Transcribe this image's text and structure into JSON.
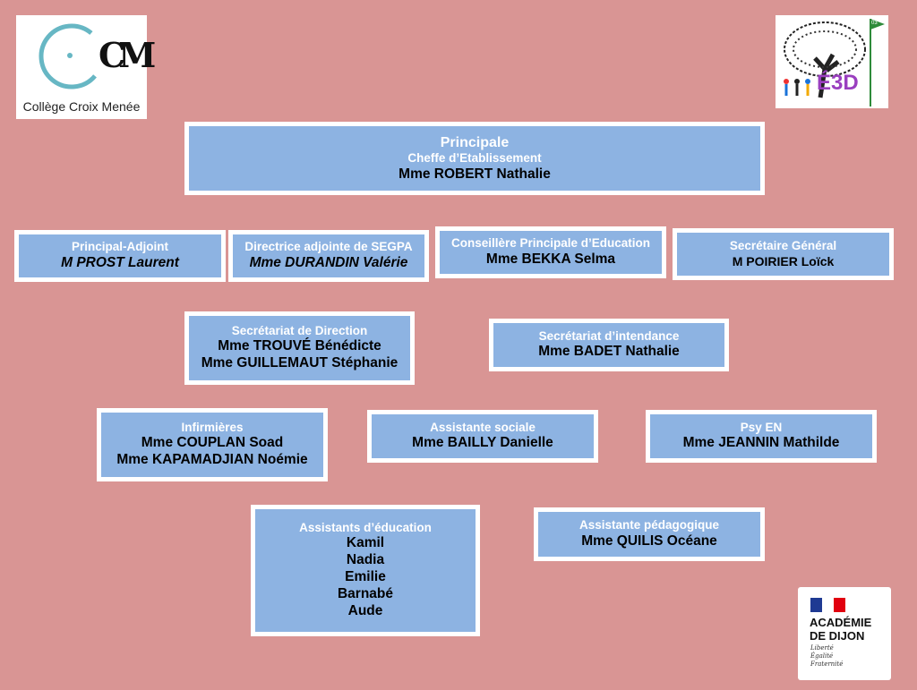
{
  "logos": {
    "college": {
      "line1": "CM",
      "line2": "Collège Croix Menée"
    },
    "e3d": {
      "text": "É3D",
      "flag": "03"
    },
    "academie": {
      "line1": "ACADÉMIE",
      "line2": "DE DIJON",
      "motto": [
        "Liberté",
        "Égalité",
        "Fraternité"
      ]
    }
  },
  "principal": {
    "title": "Principale",
    "subtitle": "Cheffe d’Etablissement",
    "name": "Mme ROBERT Nathalie"
  },
  "row2": [
    {
      "role": "Principal-Adjoint",
      "names": [
        "M PROST Laurent"
      ]
    },
    {
      "role": "Directrice adjointe de SEGPA",
      "names": [
        "Mme DURANDIN Valérie"
      ]
    },
    {
      "role": "Conseillère Principale d’Education",
      "names": [
        "Mme BEKKA Selma"
      ]
    },
    {
      "role": "Secrétaire Général",
      "names": [
        "M POIRIER Loïck"
      ]
    }
  ],
  "row3": [
    {
      "role": "Secrétariat de Direction",
      "names": [
        "Mme TROUVÉ Bénédicte",
        "Mme GUILLEMAUT Stéphanie"
      ]
    },
    {
      "role": "Secrétariat d’intendance",
      "names": [
        "Mme BADET Nathalie"
      ]
    }
  ],
  "row4": [
    {
      "role": "Infirmières",
      "names": [
        "Mme COUPLAN Soad",
        "Mme KAPAMADJIAN Noémie"
      ]
    },
    {
      "role": "Assistante sociale",
      "names": [
        "Mme BAILLY Danielle"
      ]
    },
    {
      "role": "Psy EN",
      "names": [
        "Mme JEANNIN Mathilde"
      ]
    }
  ],
  "row5": [
    {
      "role": "Assistants d’éducation",
      "names": [
        "Kamil",
        "Nadia",
        "Emilie",
        "Barnabé",
        "Aude"
      ]
    },
    {
      "role": "Assistante pédagogique",
      "names": [
        "Mme QUILIS Océane"
      ]
    }
  ]
}
